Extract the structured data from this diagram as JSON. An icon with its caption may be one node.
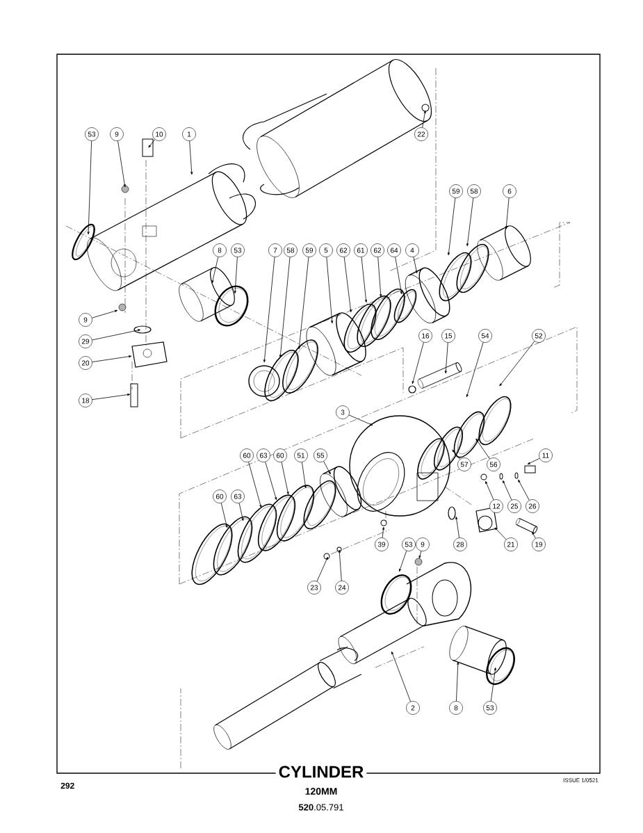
{
  "diagram": {
    "title": "CYLINDER",
    "nodes": [
      {
        "text": [
          "53"
        ]
      },
      {
        "text": [
          "9"
        ]
      },
      {
        "text": [
          "10"
        ]
      },
      {
        "text": [
          "1"
        ]
      },
      {
        "text": [
          "22"
        ]
      },
      {
        "text": [
          "59"
        ]
      },
      {
        "text": [
          "58"
        ]
      },
      {
        "text": [
          "6"
        ]
      },
      {
        "text": [
          "8"
        ]
      },
      {
        "text": [
          "53"
        ]
      },
      {
        "text": [
          "7"
        ]
      },
      {
        "text": [
          "58"
        ]
      },
      {
        "text": [
          "59"
        ]
      },
      {
        "text": [
          "5"
        ]
      },
      {
        "text": [
          "62"
        ]
      },
      {
        "text": [
          "61"
        ]
      },
      {
        "text": [
          "62"
        ]
      },
      {
        "text": [
          "64"
        ]
      },
      {
        "text": [
          "4"
        ]
      },
      {
        "text": [
          "9"
        ]
      },
      {
        "text": [
          "29"
        ]
      },
      {
        "text": [
          "20"
        ]
      },
      {
        "text": [
          "18"
        ]
      },
      {
        "text": [
          "16"
        ]
      },
      {
        "text": [
          "15"
        ]
      },
      {
        "text": [
          "54"
        ]
      },
      {
        "text": [
          "52"
        ]
      },
      {
        "text": [
          "3"
        ]
      },
      {
        "text": [
          "60"
        ]
      },
      {
        "text": [
          "63"
        ]
      },
      {
        "text": [
          "60"
        ]
      },
      {
        "text": [
          "51"
        ]
      },
      {
        "text": [
          "55"
        ]
      },
      {
        "text": [
          "57"
        ]
      },
      {
        "text": [
          "56"
        ]
      },
      {
        "text": [
          "11"
        ]
      },
      {
        "text": [
          "12"
        ]
      },
      {
        "text": [
          "25"
        ]
      },
      {
        "text": [
          "26"
        ]
      },
      {
        "text": [
          "60"
        ]
      },
      {
        "text": [
          "63"
        ]
      },
      {
        "text": [
          "39"
        ]
      },
      {
        "text": [
          "53"
        ]
      },
      {
        "text": [
          "9"
        ]
      },
      {
        "text": [
          "28"
        ]
      },
      {
        "text": [
          "21"
        ]
      },
      {
        "text": [
          "19"
        ]
      },
      {
        "text": [
          "23"
        ]
      },
      {
        "text": [
          "24"
        ]
      },
      {
        "text": [
          "2"
        ]
      },
      {
        "text": [
          "8"
        ]
      },
      {
        "text": [
          "53"
        ]
      }
    ],
    "edges": [
      {
        "from": 0,
        "to": null,
        "arrow": "to"
      },
      {
        "from": 1,
        "to": null,
        "arrow": "to"
      },
      {
        "from": 2,
        "to": null,
        "arrow": "to"
      },
      {
        "from": 3,
        "to": null,
        "arrow": "to"
      },
      {
        "from": 4,
        "to": null,
        "arrow": "to"
      },
      {
        "from": 5,
        "to": null,
        "arrow": "to"
      },
      {
        "from": 6,
        "to": null,
        "arrow": "to"
      },
      {
        "from": 7,
        "to": null,
        "arrow": "to"
      },
      {
        "from": 8,
        "to": null,
        "arrow": "to"
      },
      {
        "from": 9,
        "to": null,
        "arrow": "to"
      },
      {
        "from": 10,
        "to": null,
        "arrow": "to"
      },
      {
        "from": 11,
        "to": null,
        "arrow": "to"
      },
      {
        "from": 12,
        "to": null,
        "arrow": "to"
      },
      {
        "from": 13,
        "to": null,
        "arrow": "to"
      },
      {
        "from": 14,
        "to": null,
        "arrow": "to"
      },
      {
        "from": 15,
        "to": null,
        "arrow": "to"
      },
      {
        "from": 16,
        "to": null,
        "arrow": "to"
      },
      {
        "from": 17,
        "to": null,
        "arrow": "to"
      },
      {
        "from": 18,
        "to": null,
        "arrow": "to"
      },
      {
        "from": 19,
        "to": null,
        "arrow": "to"
      },
      {
        "from": 20,
        "to": null,
        "arrow": "to"
      },
      {
        "from": 21,
        "to": null,
        "arrow": "to"
      },
      {
        "from": 22,
        "to": null,
        "arrow": "to"
      },
      {
        "from": 23,
        "to": null,
        "arrow": "to"
      },
      {
        "from": 24,
        "to": null,
        "arrow": "to"
      },
      {
        "from": 25,
        "to": null,
        "arrow": "to"
      },
      {
        "from": 26,
        "to": null,
        "arrow": "to"
      },
      {
        "from": 27,
        "to": null,
        "arrow": "to"
      },
      {
        "from": 28,
        "to": null,
        "arrow": "to"
      },
      {
        "from": 29,
        "to": null,
        "arrow": "to"
      },
      {
        "from": 30,
        "to": null,
        "arrow": "to"
      },
      {
        "from": 31,
        "to": null,
        "arrow": "to"
      },
      {
        "from": 32,
        "to": null,
        "arrow": "to"
      },
      {
        "from": 33,
        "to": null,
        "arrow": "to"
      },
      {
        "from": 34,
        "to": null,
        "arrow": "to"
      },
      {
        "from": 35,
        "to": null,
        "arrow": "to"
      },
      {
        "from": 36,
        "to": null,
        "arrow": "to"
      },
      {
        "from": 37,
        "to": null,
        "arrow": "to"
      },
      {
        "from": 38,
        "to": null,
        "arrow": "to"
      },
      {
        "from": 39,
        "to": null,
        "arrow": "to"
      },
      {
        "from": 40,
        "to": null,
        "arrow": "to"
      },
      {
        "from": 41,
        "to": null,
        "arrow": "to"
      },
      {
        "from": 42,
        "to": null,
        "arrow": "to"
      },
      {
        "from": 43,
        "to": null,
        "arrow": "to"
      },
      {
        "from": 44,
        "to": null,
        "arrow": "to"
      },
      {
        "from": 45,
        "to": null,
        "arrow": "to"
      },
      {
        "from": 46,
        "to": null,
        "arrow": "to"
      },
      {
        "from": 47,
        "to": null,
        "arrow": "to"
      },
      {
        "from": 48,
        "to": null,
        "arrow": "to"
      },
      {
        "from": 49,
        "to": null,
        "arrow": "to"
      },
      {
        "from": 50,
        "to": null,
        "arrow": "to"
      },
      {
        "from": 51,
        "to": null,
        "arrow": "to"
      }
    ],
    "labels": [
      "292",
      "ISSUE 1/0521",
      "120MM",
      "**520**.05.791"
    ]
  }
}
